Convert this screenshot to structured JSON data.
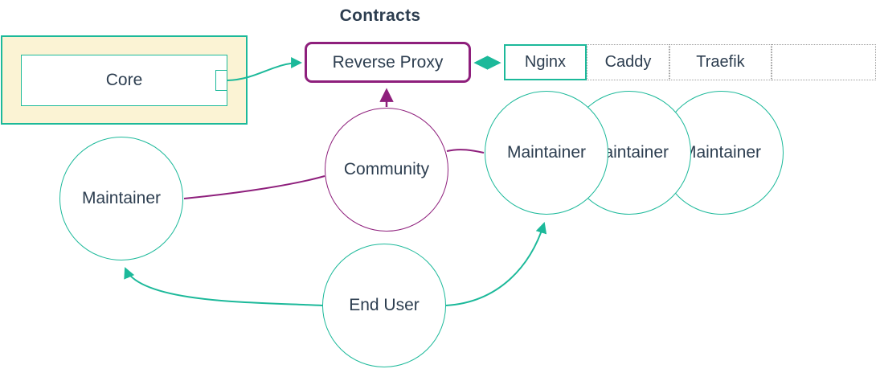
{
  "title": "Contracts",
  "colors": {
    "teal": "#1cb99a",
    "purple": "#8e1f7c",
    "text": "#2d3e50",
    "cluster-fill": "#fbf3d4",
    "node-fill": "#ffffff",
    "dotted-border": "#9e9e9e"
  },
  "core": {
    "label": "Core"
  },
  "reverse_proxy": {
    "label": "Reverse Proxy"
  },
  "proxies": {
    "cells": [
      {
        "label": "Nginx",
        "border": "solid-teal"
      },
      {
        "label": "Caddy",
        "border": "dotted-gray"
      },
      {
        "label": "Traefik",
        "border": "dotted-gray"
      },
      {
        "label": "",
        "border": "dotted-gray"
      }
    ]
  },
  "actors": {
    "maintainer_left": {
      "label": "Maintainer"
    },
    "community": {
      "label": "Community"
    },
    "maintainers_right": [
      {
        "label": "Maintainer"
      },
      {
        "label": "Maintainer"
      },
      {
        "label": "Maintainer"
      }
    ],
    "end_user": {
      "label": "End User"
    }
  },
  "edges": [
    {
      "from": "core",
      "to": "reverse-proxy",
      "color": "teal",
      "arrows": "end"
    },
    {
      "from": "reverse-proxy",
      "to": "nginx",
      "color": "teal",
      "arrows": "both"
    },
    {
      "from": "community",
      "to": "reverse-proxy",
      "color": "purple",
      "arrows": "end"
    },
    {
      "from": "community",
      "to": "maintainer-left",
      "color": "purple",
      "arrows": "none"
    },
    {
      "from": "community",
      "to": "maintainer-right-1",
      "color": "purple",
      "arrows": "none"
    },
    {
      "from": "end-user",
      "to": "maintainer-left",
      "color": "teal",
      "arrows": "end"
    },
    {
      "from": "end-user",
      "to": "maintainer-right-1",
      "color": "teal",
      "arrows": "end"
    }
  ]
}
